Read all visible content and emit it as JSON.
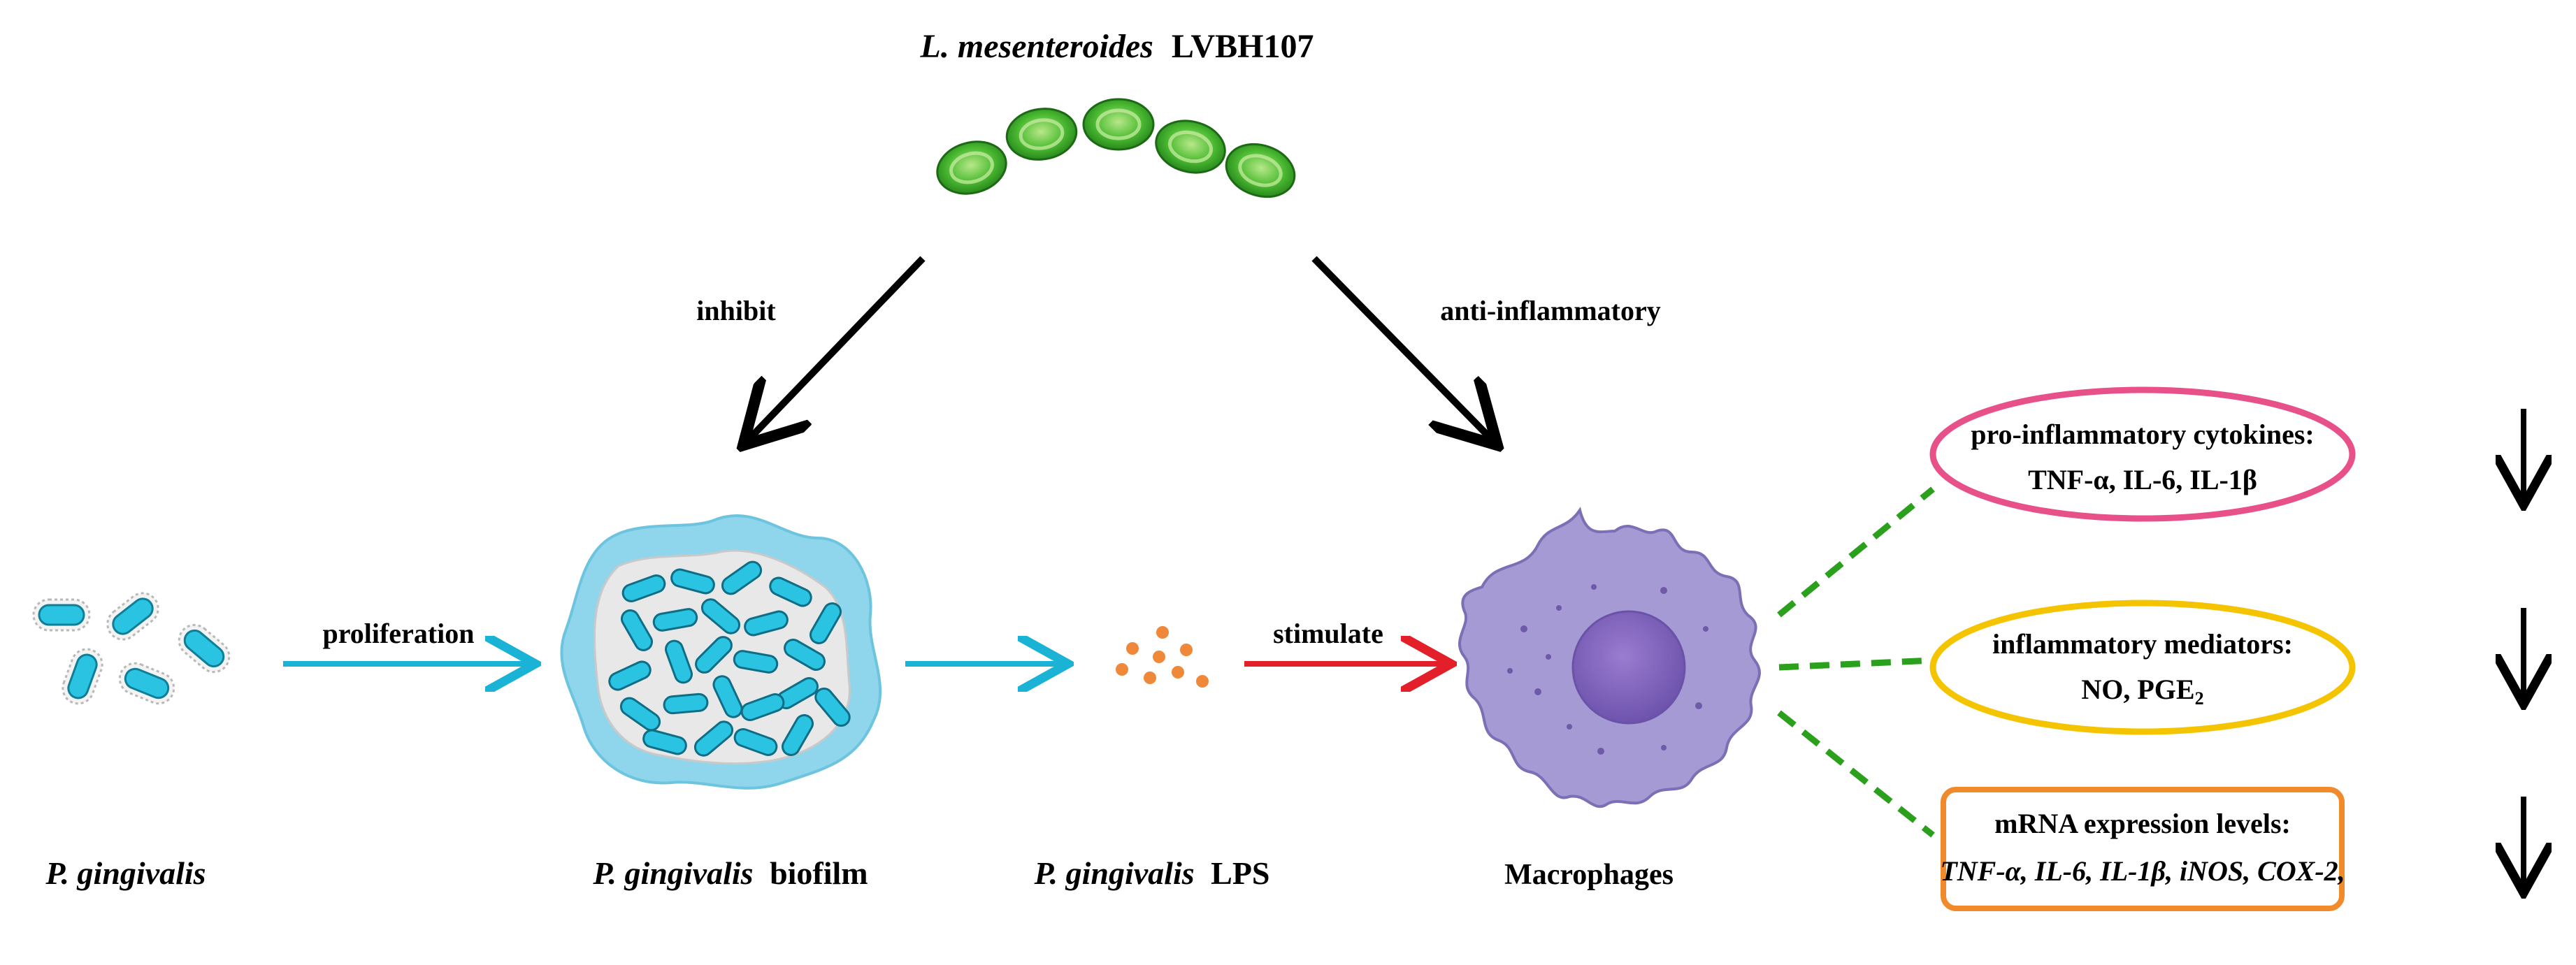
{
  "title": {
    "species": "L. mesenteroides",
    "strain": "LVBH107"
  },
  "actions": {
    "inhibit": "inhibit",
    "anti_inflammatory": "anti-inflammatory",
    "proliferation": "proliferation",
    "stimulate": "stimulate"
  },
  "nodes": {
    "pg": "P. gingivalis",
    "biofilm_species": "P. gingivalis",
    "biofilm_suffix": "biofilm",
    "lps_species": "P. gingivalis",
    "lps_suffix": "LPS",
    "macrophages": "Macrophages"
  },
  "outcomes": {
    "cytokines_title": "pro-inflammatory cytokines:",
    "cytokines_list": "TNF-α, IL-6, IL-1β",
    "mediators_title": "inflammatory mediators:",
    "mediators_list_main": "NO, PGE",
    "mediators_list_sub": "2",
    "mrna_title": "mRNA expression levels:",
    "mrna_list": "TNF-α, IL-6, IL-1β, iNOS, COX-2,"
  },
  "colors": {
    "cyan_arrow": "#1ab3d6",
    "red_arrow": "#e3202a",
    "dashed_green": "#2aa01c",
    "pink_ellipse": "#e8508a",
    "yellow_ellipse": "#f5c400",
    "orange_box": "#f08a2a",
    "lactobacillus_green": "#3fae2a",
    "bacteria_cyan": "#2ac3e2",
    "biofilm_bg": "#8fd6ec",
    "lps_orange": "#f0883a",
    "macrophage_purple": "#a59ad4",
    "nucleus_purple": "#8a6fc0"
  }
}
